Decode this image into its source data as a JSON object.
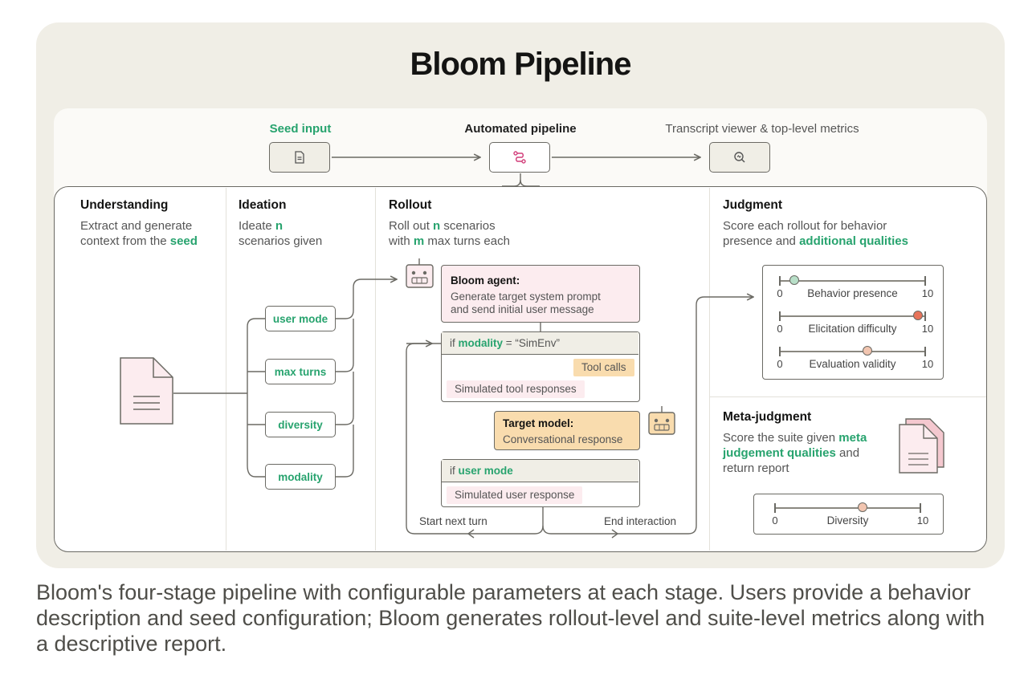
{
  "title": "Bloom Pipeline",
  "top": {
    "seed_label": "Seed input",
    "auto_label": "Automated pipeline",
    "viewer_label": "Transcript viewer & top-level metrics"
  },
  "stages": {
    "understanding": {
      "title": "Understanding",
      "desc_1": "Extract and generate",
      "desc_2": "context from the",
      "desc_hl": "seed"
    },
    "ideation": {
      "title": "Ideation",
      "desc_1": "Ideate",
      "desc_hl": "n",
      "desc_2": "scenarios given",
      "params": [
        "user mode",
        "max turns",
        "diversity",
        "modality"
      ]
    },
    "rollout": {
      "title": "Rollout",
      "desc_a": "Roll out",
      "desc_n": "n",
      "desc_b": "scenarios",
      "desc_c": "with",
      "desc_m": "m",
      "desc_d": "max turns each",
      "bloom_title": "Bloom agent:",
      "bloom_text_1": "Generate target system prompt",
      "bloom_text_2": "and send initial user message",
      "if1_prefix": "if",
      "if1_var": "modality",
      "if1_rest": "= “SimEnv”",
      "tool_calls": "Tool calls",
      "sim_tool": "Simulated tool responses",
      "target_title": "Target model:",
      "target_text": "Conversational response",
      "if2_prefix": "if",
      "if2_var": "user mode",
      "sim_user": "Simulated user response",
      "start_next": "Start next turn",
      "end_interaction": "End interaction"
    },
    "judgment": {
      "title": "Judgment",
      "desc_1": "Score each rollout for behavior",
      "desc_2": "presence and",
      "desc_hl": "additional qualities",
      "scales": [
        {
          "label": "Behavior presence",
          "min": "0",
          "max": "10",
          "value": 1,
          "color": "#b8dfc8"
        },
        {
          "label": "Elicitation difficulty",
          "min": "0",
          "max": "10",
          "value": 9.5,
          "color": "#e8735a"
        },
        {
          "label": "Evaluation validity",
          "min": "0",
          "max": "10",
          "value": 6,
          "color": "#f2c5b0"
        }
      ]
    },
    "meta": {
      "title": "Meta-judgment",
      "desc_1": "Score the suite given",
      "desc_hl": "meta judgement qualities",
      "desc_2": "and",
      "desc_3": "return report",
      "scale": {
        "label": "Diversity",
        "min": "0",
        "max": "10",
        "value": 6,
        "color": "#f2c5b0"
      }
    }
  },
  "caption": "Bloom's four-stage pipeline with configurable parameters at each stage. Users provide a behavior description and seed configuration; Bloom generates rollout-level and suite-level metrics along with a descriptive report.",
  "colors": {
    "accent_green": "#27a36e",
    "pink_fill": "#fcecef",
    "orange_fill": "#f9dcae",
    "panel_bg": "#f0eee6"
  }
}
